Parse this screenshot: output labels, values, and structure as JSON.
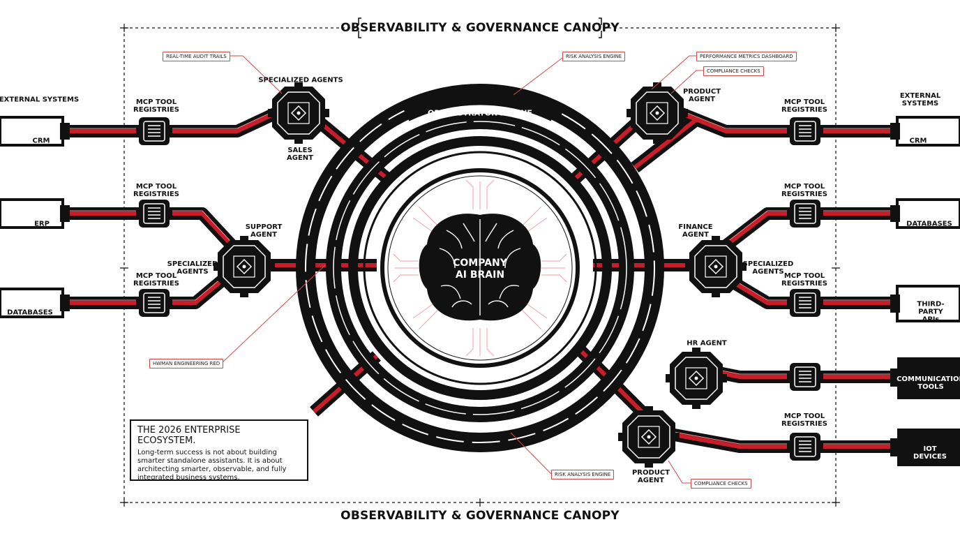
{
  "canopy": {
    "top_title": "OBSERVABILITY & GOVERNANCE CANOPY",
    "bottom_title": "OBSERVABILITY & GOVERNANCE CANOPY"
  },
  "core": {
    "brain_label": "COMPANY\nAI BRAIN",
    "ring_label": "ORCHESTRATOR ENGINE"
  },
  "left": {
    "external_header": "EXTERNAL SYSTEMS",
    "systems": [
      "CRM",
      "ERP",
      "DATABASES"
    ],
    "registries": [
      "MCP TOOL\nREGISTRIES",
      "MCP TOOL\nREGISTRIES",
      "MCP TOOL\nREGISTRIES"
    ]
  },
  "right": {
    "external_header": "EXTERNAL SYSTEMS",
    "systems": [
      "CRM",
      "DATABASES",
      "THIRD-PARTY\nAPIs",
      "COMMUNICATION\nTOOLS",
      "IOT DEVICES"
    ],
    "registries": [
      "MCP TOOL\nREGISTRIES",
      "MCP TOOL\nREGISTRIES",
      "MCP TOOL\nREGISTRIES",
      "MCP TOOL\nREGISTRIES"
    ]
  },
  "agents": {
    "specialized_top": "SPECIALIZED AGENTS",
    "sales": "SALES\nAGENT",
    "support": "SUPPORT\nAGENT",
    "specialized_left": "SPECIALIZED\nAGENTS",
    "product_top": "PRODUCT\nAGENT",
    "finance": "FINANCE\nAGENT",
    "specialized_right": "SPECIALIZED\nAGENTS",
    "hr": "HR AGENT",
    "product_bottom": "PRODUCT\nAGENT"
  },
  "callouts": {
    "audit": "REAL-TIME AUDIT TRAILS",
    "risk_top": "RISK ANALYSIS ENGINE",
    "perf": "PERFORMANCE METRICS DASHBOARD",
    "compliance_top": "COMPLIANCE CHECKS",
    "hwman": "HWMAN ENGINEERING RED",
    "risk_bottom": "RISK ANALYSIS ENGINE",
    "compliance_bottom": "COMPLIANCE CHECKS"
  },
  "info": {
    "title": "THE 2026 ENTERPRISE ECOSYSTEM.",
    "body": "Long-term success is not about building smarter standalone assistants. It is about architecting smarter, observable, and fully integrated business systems."
  },
  "colors": {
    "ink": "#111111",
    "accent_red": "#d11f2b",
    "trace_pink": "#f0a0a8",
    "background": "#ffffff"
  }
}
